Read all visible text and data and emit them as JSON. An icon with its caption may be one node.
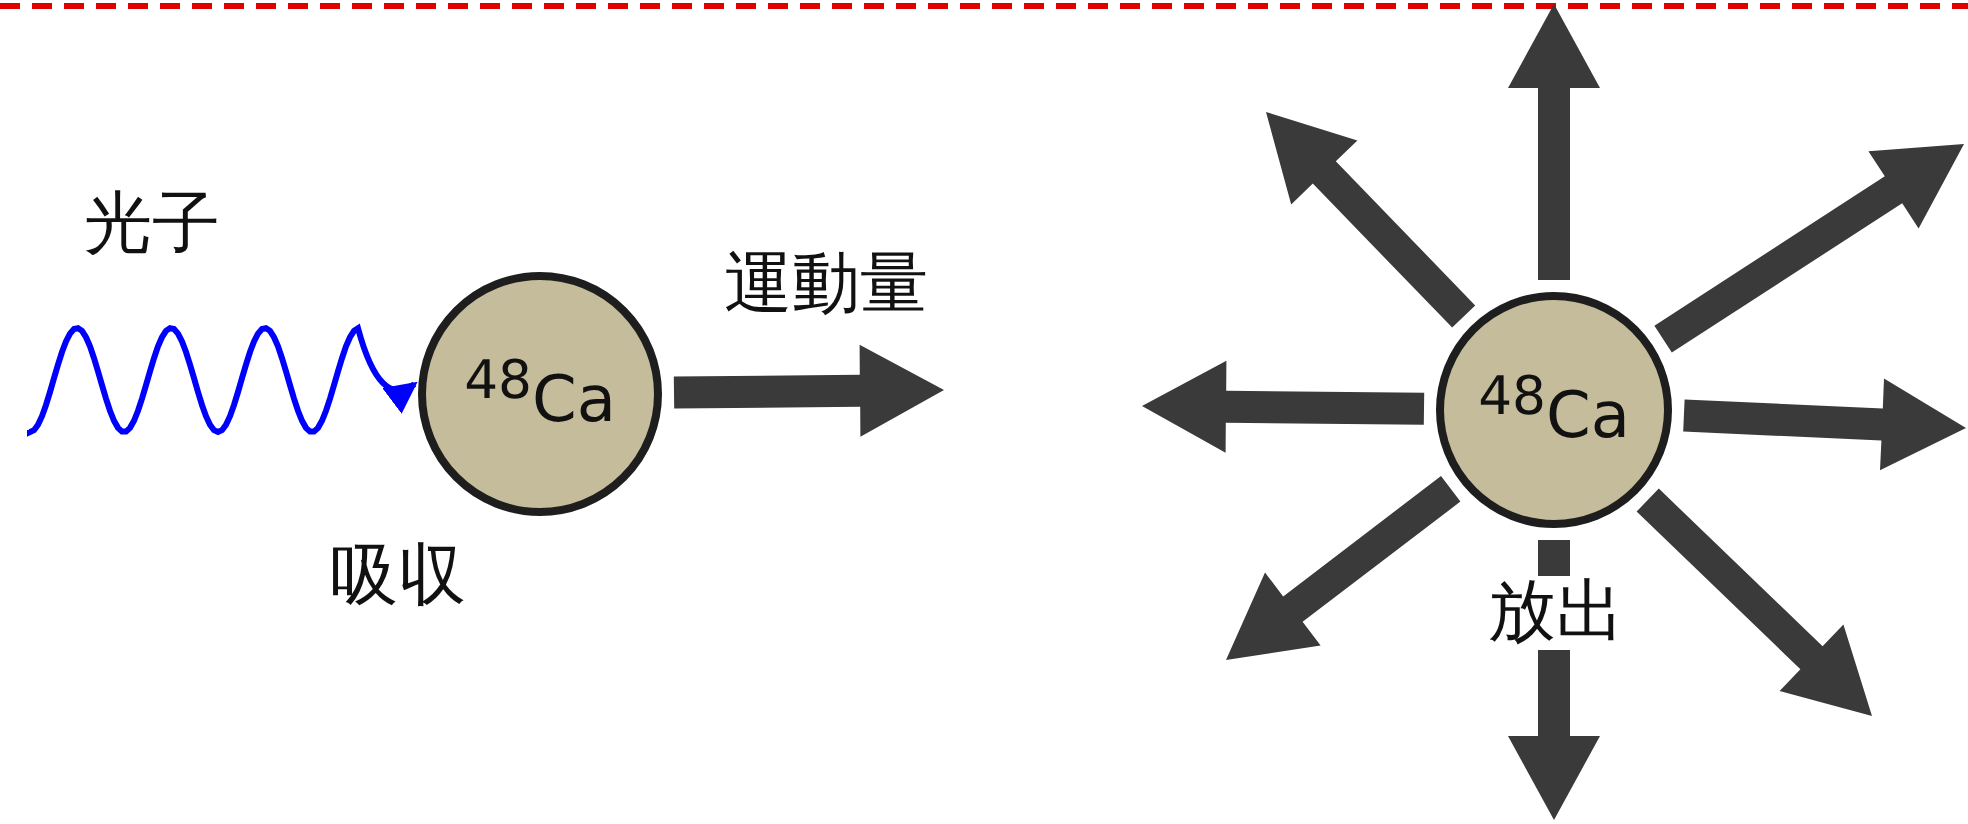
{
  "diagram": {
    "nodes": [
      {
        "text": [
          "$^{48}$Ca"
        ]
      },
      {
        "text": [
          "$^{48}$Ca"
        ]
      }
    ],
    "edges": [
      {
        "from": null,
        "to": 0,
        "arrow": "to",
        "label": "光子",
        "color": "#0000ff"
      },
      {
        "from": 0,
        "to": null,
        "arrow": "to",
        "label": "運動量"
      },
      {
        "from": 1,
        "to": null,
        "arrow": "to"
      },
      {
        "from": 1,
        "to": null,
        "arrow": "to"
      },
      {
        "from": 1,
        "to": null,
        "arrow": "to"
      },
      {
        "from": 1,
        "to": null,
        "arrow": "to"
      },
      {
        "from": 1,
        "to": null,
        "arrow": "to",
        "label": "放出"
      },
      {
        "from": 1,
        "to": null,
        "arrow": "to"
      },
      {
        "from": 1,
        "to": null,
        "arrow": "to"
      },
      {
        "from": 1,
        "to": null,
        "arrow": "to"
      }
    ],
    "labels": [
      "吸収"
    ]
  }
}
